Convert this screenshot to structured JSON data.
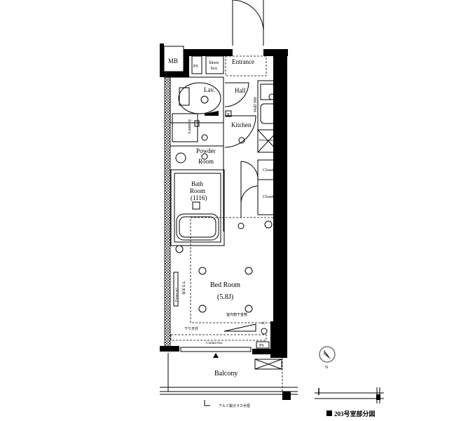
{
  "rooms": {
    "mb": "MB",
    "ps_top": "PS",
    "shoes_box_1": "Shoes",
    "shoes_box_2": "box",
    "entrance": "Entrance",
    "lav": "Lav.",
    "hall": "Hall",
    "wall_note": "Wall 300",
    "r_mark": "R",
    "kitchen": "Kitchen",
    "laundry": "Laundry",
    "powder_1": "Powder",
    "powder_2": "Room",
    "refrigerator": "Refrigerator",
    "closet_1": "Closet",
    "closet_2": "Closet",
    "bath_1": "Bath",
    "bath_2": "Room",
    "bath_3": "(1116)",
    "picture_rail": "Picture rail",
    "lowered_ceiling_1": "下り天井",
    "bedroom": "Bed Room",
    "bedroom_size": "(5.8J)",
    "drying_hardware": "室内物干金物",
    "ac": "AC",
    "lowered_ceiling_2": "下り天井",
    "curtain_box": "Curtain box",
    "ps_bottom": "PS",
    "balcony": "Balcony",
    "railing": "アルミ製ガラス手摺"
  },
  "compass": {
    "north": "N"
  },
  "caption": "203号室部分図"
}
